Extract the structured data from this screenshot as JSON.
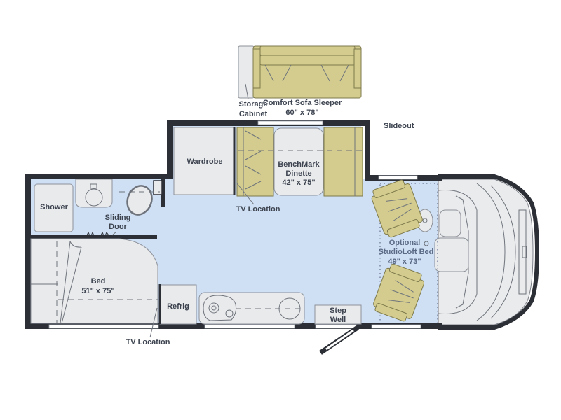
{
  "title": "RV Floor Plan",
  "colors": {
    "floor": "#cfe0f5",
    "walls": "#2c2f36",
    "furniture_olive": "#d3cc8e",
    "fixtures_gray": "#e9eaec",
    "label_text": "#3d4450"
  },
  "labels": {
    "storage_cabinet_1": "Storage",
    "storage_cabinet_2": "Cabinet",
    "sofa_1": "Comfort Sofa Sleeper",
    "sofa_2": "60\" x 78\"",
    "slideout": "Slideout",
    "wardrobe": "Wardrobe",
    "dinette_1": "BenchMark",
    "dinette_2": "Dinette",
    "dinette_3": "42\" x 75\"",
    "tv_location_top": "TV Location",
    "shower": "Shower",
    "sliding_door_1": "Sliding",
    "sliding_door_2": "Door",
    "bed_1": "Bed",
    "bed_2": "51\" x 75\"",
    "refrig": "Refrig",
    "tv_location_bottom": "TV Location",
    "step_well_1": "Step",
    "step_well_2": "Well",
    "loft_1": "Optional",
    "loft_2": "StudioLoft Bed",
    "loft_3": "49\" x 73\""
  },
  "rooms": [
    {
      "name": "Shower"
    },
    {
      "name": "Wardrobe"
    },
    {
      "name": "BenchMark Dinette",
      "size": "42\" x 75\""
    },
    {
      "name": "Bed",
      "size": "51\" x 75\""
    },
    {
      "name": "Refrig"
    },
    {
      "name": "Step Well"
    },
    {
      "name": "Comfort Sofa Sleeper",
      "size": "60\" x 78\""
    },
    {
      "name": "Optional StudioLoft Bed",
      "size": "49\" x 73\""
    }
  ]
}
